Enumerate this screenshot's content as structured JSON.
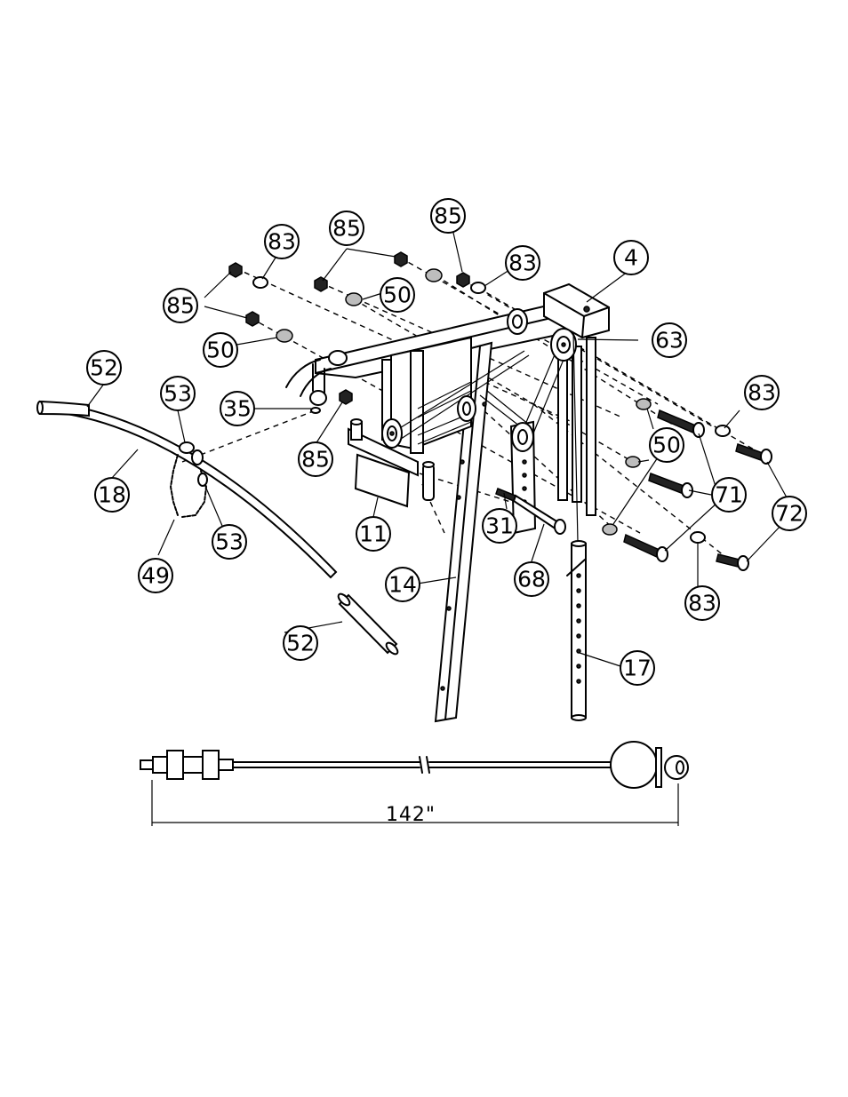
{
  "callouts": [
    {
      "id": "c-85-a",
      "label": "85"
    },
    {
      "id": "c-83-a",
      "label": "83"
    },
    {
      "id": "c-85-b",
      "label": "85"
    },
    {
      "id": "c-85-c",
      "label": "85"
    },
    {
      "id": "c-83-b",
      "label": "83"
    },
    {
      "id": "c-4",
      "label": "4"
    },
    {
      "id": "c-50-a",
      "label": "50"
    },
    {
      "id": "c-50-b",
      "label": "50"
    },
    {
      "id": "c-63",
      "label": "63"
    },
    {
      "id": "c-52-a",
      "label": "52"
    },
    {
      "id": "c-53-a",
      "label": "53"
    },
    {
      "id": "c-35",
      "label": "35"
    },
    {
      "id": "c-85-d",
      "label": "85"
    },
    {
      "id": "c-83-c",
      "label": "83"
    },
    {
      "id": "c-50-c",
      "label": "50"
    },
    {
      "id": "c-71",
      "label": "71"
    },
    {
      "id": "c-72",
      "label": "72"
    },
    {
      "id": "c-18",
      "label": "18"
    },
    {
      "id": "c-53-b",
      "label": "53"
    },
    {
      "id": "c-49",
      "label": "49"
    },
    {
      "id": "c-11",
      "label": "11"
    },
    {
      "id": "c-31",
      "label": "31"
    },
    {
      "id": "c-68",
      "label": "68"
    },
    {
      "id": "c-14",
      "label": "14"
    },
    {
      "id": "c-83-d",
      "label": "83"
    },
    {
      "id": "c-52-b",
      "label": "52"
    },
    {
      "id": "c-17",
      "label": "17"
    }
  ],
  "cable": {
    "length_label": "142\""
  }
}
